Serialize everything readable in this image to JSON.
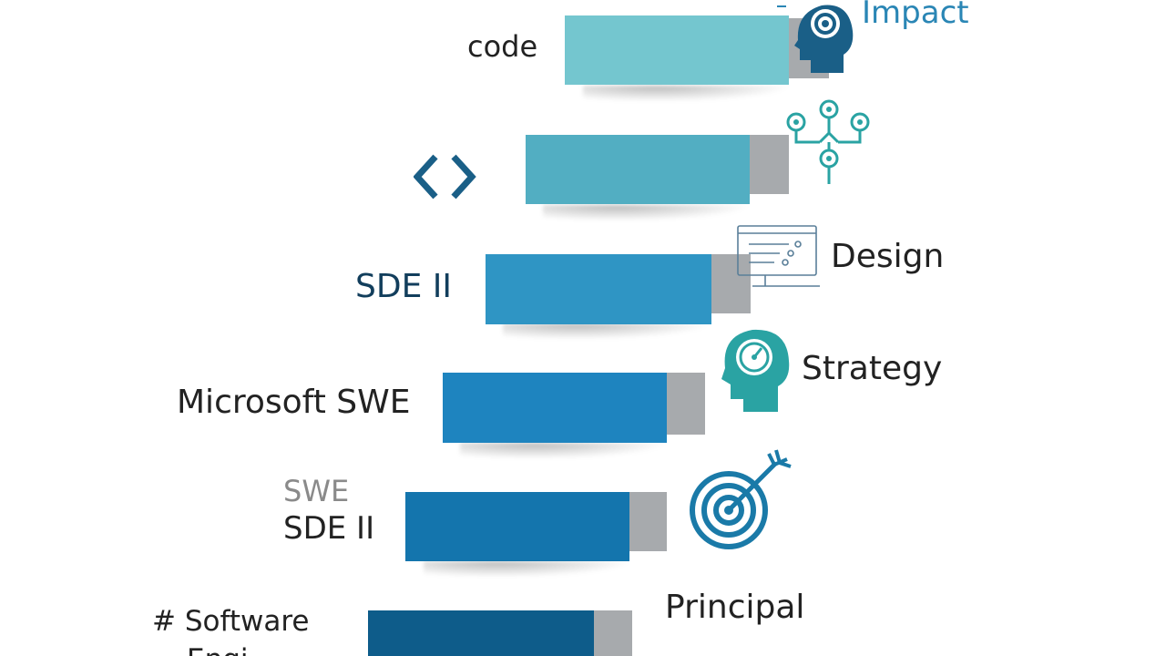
{
  "labels": {
    "impact": "Impact",
    "code": "code",
    "sde_ii_upper": "SDE II",
    "design": "Design",
    "strategy": "Strategy",
    "microsoft_swe": "Microsoft SWE",
    "swe": "SWE",
    "sde_ii_lower": "SDE II",
    "principal": "Principal",
    "software": "# Software",
    "engineer_cut": "Engi"
  },
  "colors": {
    "step_1": "#74c6cf",
    "step_2": "#52aec2",
    "step_3": "#2f95c4",
    "step_4": "#1e84bf",
    "step_5": "#1475ad",
    "step_6": "#0e5c8a",
    "step_side": "#a7aaad",
    "icon_navy": "#1a5f87",
    "icon_teal": "#2aa3a3",
    "text_dark": "#222222",
    "text_navy": "#123e5c",
    "text_impact": "#2a86b5"
  },
  "icons": [
    "head-target-icon",
    "code-brackets-icon",
    "network-nodes-icon",
    "design-wireframe-icon",
    "head-gauge-icon",
    "target-arrow-icon"
  ]
}
